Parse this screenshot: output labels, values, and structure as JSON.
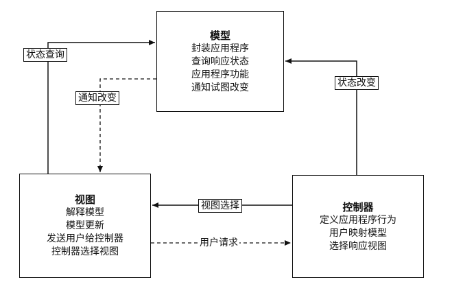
{
  "model": {
    "title": "模型",
    "lines": [
      "封装应用程序",
      "查询响应状态",
      "应用程序功能",
      "通知试图改变"
    ]
  },
  "view": {
    "title": "视图",
    "lines": [
      "解释模型",
      "模型更新",
      "发送用户给控制器",
      "控制器选择视图"
    ]
  },
  "controller": {
    "title": "控制器",
    "lines": [
      "定义应用程序行为",
      "用户映射模型",
      "选择响应视图"
    ]
  },
  "edges": {
    "state_query": "状态查询",
    "notify_change": "通知改变",
    "state_change": "状态改变",
    "view_select": "视图选择",
    "user_request": "用户请求"
  },
  "colors": {
    "line": "#111111",
    "background": "#ffffff"
  }
}
